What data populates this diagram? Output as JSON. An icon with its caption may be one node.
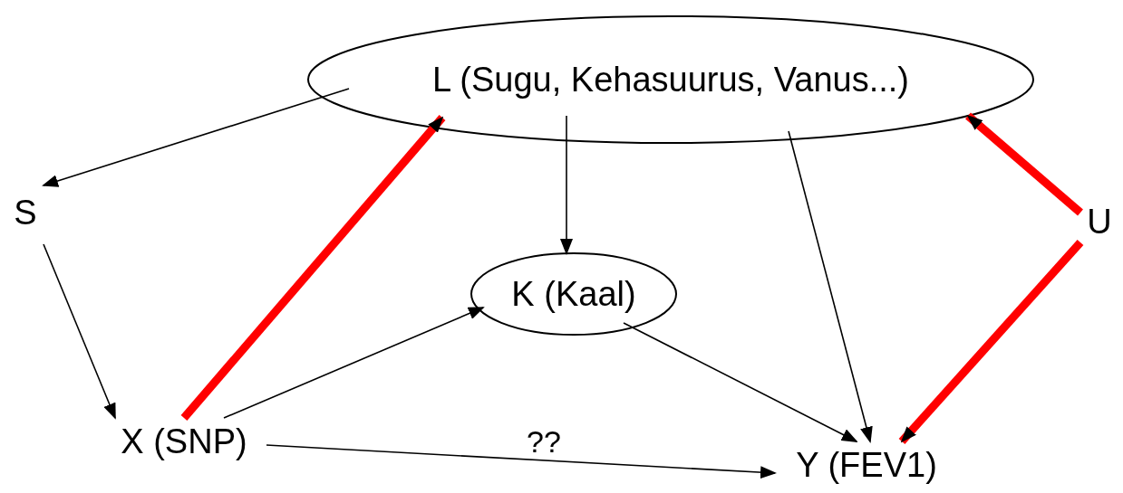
{
  "diagram": {
    "nodes": [
      {
        "text": [
          "L (Sugu, Kehasuurus, Vanus...)"
        ]
      },
      {
        "text": [
          "S"
        ]
      },
      {
        "text": [
          "U"
        ]
      },
      {
        "text": [
          "K (Kaal)"
        ]
      },
      {
        "text": [
          "X (SNP)"
        ]
      },
      {
        "text": [
          "Y (FEV1)"
        ]
      }
    ],
    "edges": [
      {
        "from": 0,
        "to": 1,
        "arrow": "to"
      },
      {
        "from": 0,
        "to": 3,
        "arrow": "to"
      },
      {
        "from": 0,
        "to": 5,
        "arrow": "to"
      },
      {
        "from": 1,
        "to": 4,
        "arrow": "to"
      },
      {
        "from": 4,
        "to": 0,
        "arrow": "to",
        "style": "thick",
        "color": "#ff0000"
      },
      {
        "from": 4,
        "to": 3,
        "arrow": "to"
      },
      {
        "from": 3,
        "to": 5,
        "arrow": "to"
      },
      {
        "from": 4,
        "to": 5,
        "arrow": "to",
        "label": "??"
      },
      {
        "from": 2,
        "to": 0,
        "arrow": "to",
        "style": "thick",
        "color": "#ff0000"
      },
      {
        "from": 2,
        "to": 5,
        "arrow": "to",
        "style": "thick",
        "color": "#ff0000"
      }
    ]
  }
}
